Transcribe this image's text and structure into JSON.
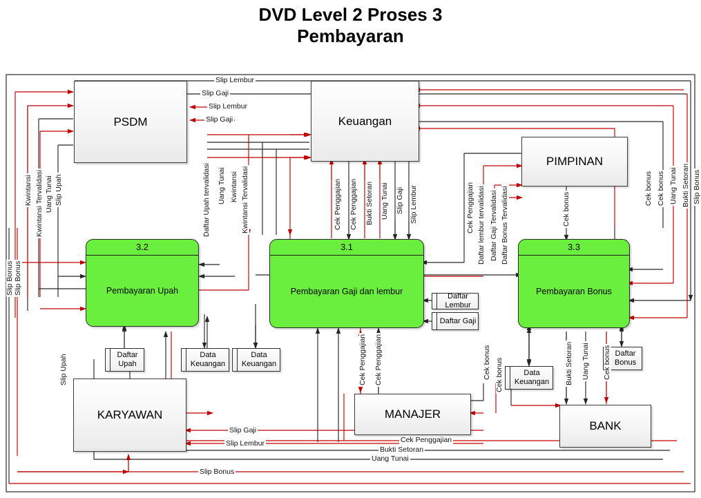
{
  "title": {
    "line1": "DVD Level 2 Proses 3",
    "line2": "Pembayaran"
  },
  "colors": {
    "process_fill": "#6bef3f",
    "entity_fill": "#f2f2f2",
    "flow_red": "#c00000",
    "flow_black": "#262626",
    "frame": "#3a3a3a"
  },
  "entities": [
    {
      "id": "psdm",
      "label": "PSDM"
    },
    {
      "id": "keuangan",
      "label": "Keuangan"
    },
    {
      "id": "pimpinan",
      "label": "PIMPINAN"
    },
    {
      "id": "karyawan",
      "label": "KARYAWAN"
    },
    {
      "id": "manajer",
      "label": "MANAJER"
    },
    {
      "id": "bank",
      "label": "BANK"
    }
  ],
  "processes": [
    {
      "id": "p32",
      "number": "3.2",
      "name": "Pembayaran Upah"
    },
    {
      "id": "p31",
      "number": "3.1",
      "name": "Pembayaran Gaji dan lembur"
    },
    {
      "id": "p33",
      "number": "3.3",
      "name": "Pembayaran Bonus"
    }
  ],
  "stores": [
    {
      "id": "s_daftar_upah",
      "label": "Daftar Upah"
    },
    {
      "id": "s_data_keu_1",
      "label": "Data Keuangan"
    },
    {
      "id": "s_data_keu_2",
      "label": "Data Keuangan"
    },
    {
      "id": "s_daftar_lembur",
      "label": "Daftar Lembur"
    },
    {
      "id": "s_daftar_gaji",
      "label": "Daftar Gaji"
    },
    {
      "id": "s_data_keu_3",
      "label": "Data Keuangan"
    },
    {
      "id": "s_daftar_bonus",
      "label": "Daftar Bonus"
    }
  ],
  "flow_labels": {
    "top_psdm_out_1": "Slip Lembur",
    "top_psdm_out_2": "Slip Gaji",
    "top_psdm_in_1": "Slip Lembur",
    "top_psdm_in_2": "Slip Gaji",
    "left_v_1": "Slip Bonus",
    "left_v_2": "Slip Bonus",
    "left_v_3": "Kwintansi",
    "left_v_4": "Kwintansi Tervalidasi",
    "left_v_5": "Uang Tunai",
    "left_v_6": "Slip Upah",
    "mid_v_1": "Daftar Upah tervalidasi",
    "mid_v_2": "Uang Tunai",
    "mid_v_3": "Kwintansi",
    "mid_v_4": "Kwintansi Tervalidasi",
    "keu_v_1": "Cek Penggajian",
    "keu_v_2": "Cek Penggajian",
    "keu_v_3": "Bukti Setoran",
    "keu_v_4": "Uang Tunai",
    "keu_v_5": "Slip Gaji",
    "keu_v_6": "Slip Lembur",
    "pim_v_1": "Cek Penggajian",
    "pim_v_2": "Daftar lembur tervalidasi",
    "pim_v_3": "Daftar Gaji Tervalidasi",
    "pim_v_4": "Daftar Bonus Tervalidasi",
    "pim_out": "Cek bonus",
    "right_v_1": "Cek bonus",
    "right_v_2": "Cek bonus",
    "right_v_3": "Uang Tunai",
    "right_v_4": "Bukti Setoran",
    "right_v_5": "Slip Bonus",
    "low_mid_v_1": "Cek Penggajian",
    "low_mid_v_2": "Cek Penggajian",
    "low_right_v_1": "Cek bonus",
    "low_right_v_2": "Cek bonus",
    "bank_v_1": "Bukti Setoran",
    "bank_v_2": "Uang Tunai",
    "bank_v_3": "Cek bonus",
    "slip_upah_left": "Slip Upah",
    "kary_in_1": "Slip Gaji",
    "kary_in_2": "Slip Lembur",
    "kary_in_3": "Slip Bonus",
    "bottom_1": "Cek Penggajian",
    "bottom_2": "Bukti Setoran",
    "bottom_3": "Uang Tunai"
  }
}
